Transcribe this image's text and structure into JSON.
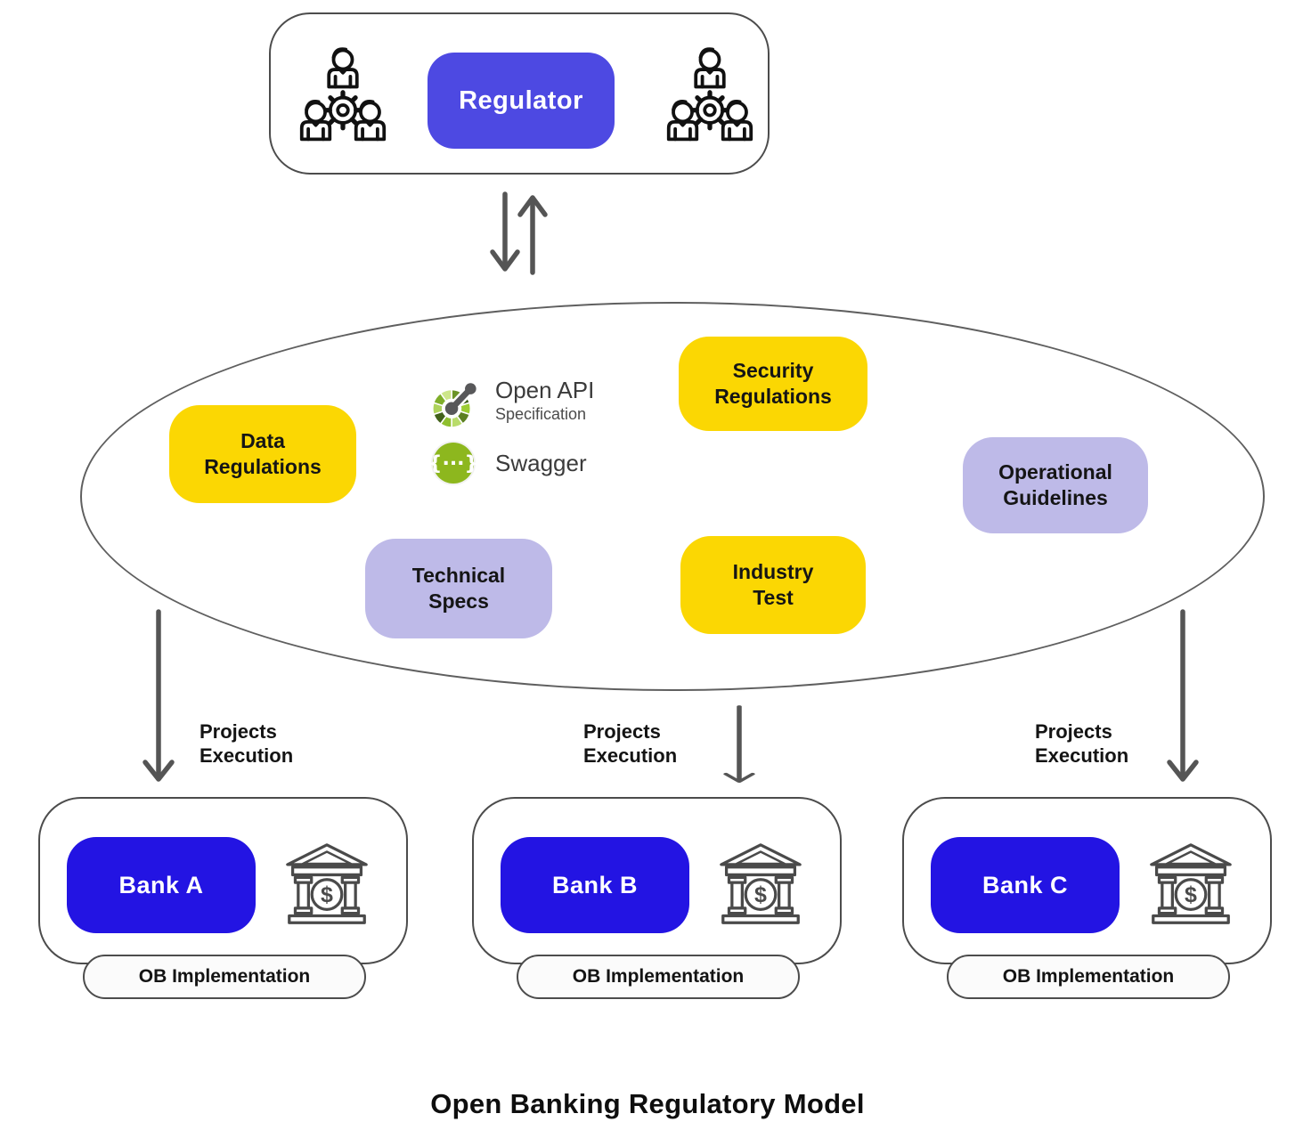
{
  "title": "Open Banking Regulatory Model",
  "colors": {
    "regulator_purple": "#4D49E2",
    "bank_blue": "#2314E3",
    "pill_yellow": "#FBD703",
    "pill_lavender": "#BEBAE8",
    "outline_gray": "#4C4C4C",
    "swagger_green": "#8DB71E"
  },
  "regulator_panel": {
    "button_label": "Regulator",
    "left_icon": "team-gear-icon",
    "right_icon": "team-gear-icon"
  },
  "ecosystem": {
    "openapi": {
      "icon": "openapi-logo-icon",
      "title": "Open API",
      "subtitle": "Specification"
    },
    "swagger": {
      "icon": "swagger-logo-icon",
      "label": "Swagger"
    },
    "pills": [
      {
        "label": "Data\nRegulations",
        "color": "#FBD703"
      },
      {
        "label": "Security\nRegulations",
        "color": "#FBD703"
      },
      {
        "label": "Operational\nGuidelines",
        "color": "#BEBAE8"
      },
      {
        "label": "Technical\nSpecs",
        "color": "#BEBAE8"
      },
      {
        "label": "Industry\nTest",
        "color": "#FBD703"
      }
    ]
  },
  "flow_arrows": [
    {
      "label": "Projects\nExecution"
    },
    {
      "label": "Projects\nExecution"
    },
    {
      "label": "Projects\nExecution"
    }
  ],
  "banks": [
    {
      "button_label": "Bank A",
      "caption": "OB Implementation",
      "icon": "bank-building-icon"
    },
    {
      "button_label": "Bank B",
      "caption": "OB Implementation",
      "icon": "bank-building-icon"
    },
    {
      "button_label": "Bank C",
      "caption": "OB Implementation",
      "icon": "bank-building-icon"
    }
  ]
}
